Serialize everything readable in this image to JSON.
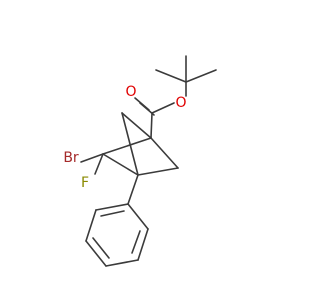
{
  "molecule": {
    "atoms": {
      "oxygen_carbonyl": "O",
      "oxygen_ester": "O",
      "bromine": "Br",
      "fluorine": "F"
    },
    "colors": {
      "bond": "#3b3b3b",
      "oxygen": "#e00000",
      "bromine": "#a52a2a",
      "fluorine": "#8a8a00",
      "background": "#ffffff"
    }
  }
}
